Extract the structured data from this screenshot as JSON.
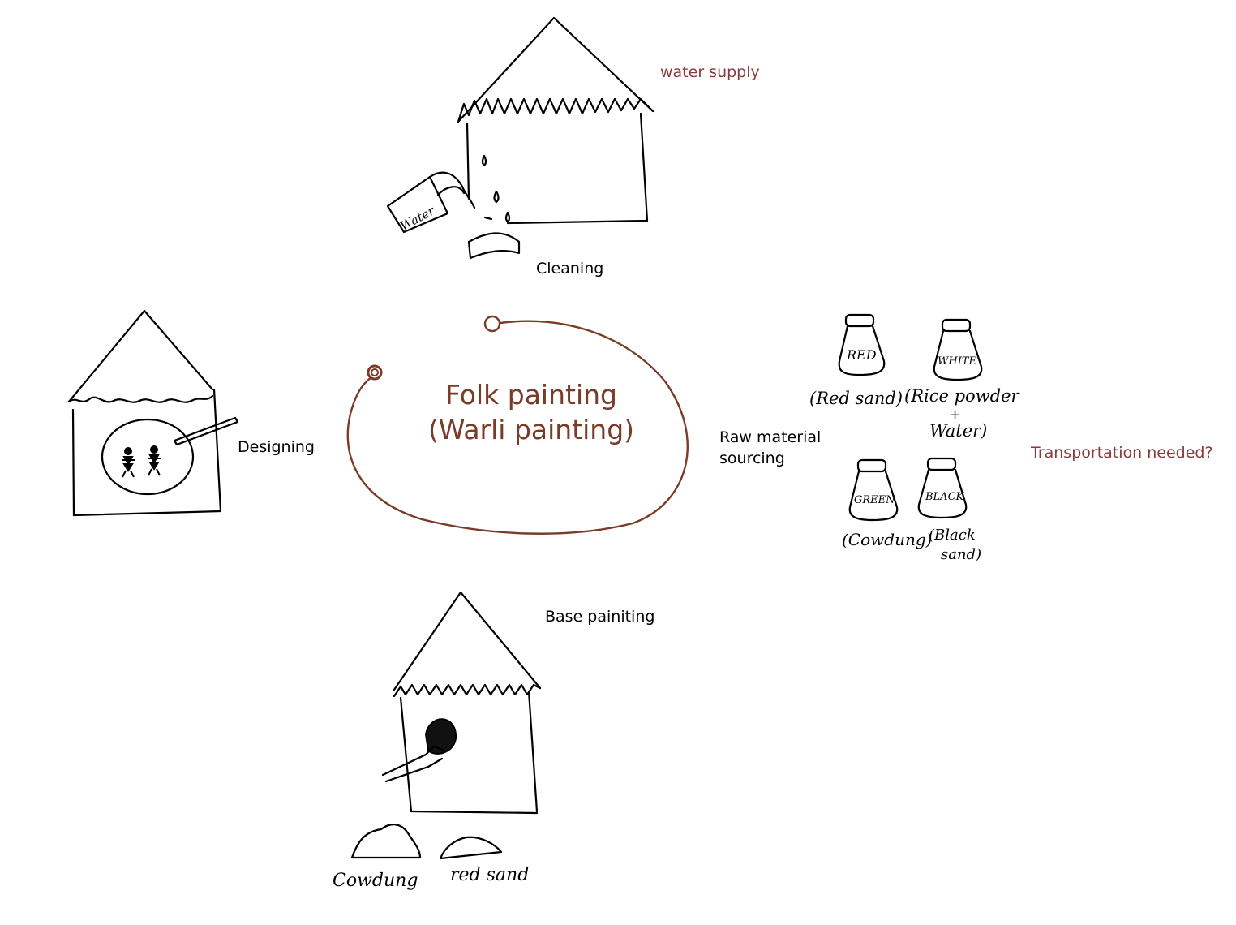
{
  "center": {
    "line1": "Folk painting",
    "line2": "(Warli painting)"
  },
  "stages": {
    "cleaning": "Cleaning",
    "raw_material_line1": "Raw material",
    "raw_material_line2": "sourcing",
    "base_painting": "Base painiting",
    "designing": "Designing"
  },
  "notes": {
    "water_supply": "water supply",
    "transportation": "Transportation needed?"
  },
  "sketch_text": {
    "bucket": "Water",
    "jar_red": "RED",
    "jar_white": "WHITE",
    "jar_green": "GREEN",
    "jar_black": "BLACK",
    "red_desc": "(Red sand)",
    "white_desc_1": "(Rice powder",
    "white_desc_plus": "+",
    "white_desc_2": "Water)",
    "green_desc": "(Cowdung)",
    "black_desc_1": "(Black",
    "black_desc_2": "sand)",
    "pile_cowdung": "Cowdung",
    "pile_redsand": "red sand"
  },
  "colors": {
    "accent_brown": "#7a3b28",
    "note_red": "#8b3a3a",
    "ink": "#000000"
  }
}
